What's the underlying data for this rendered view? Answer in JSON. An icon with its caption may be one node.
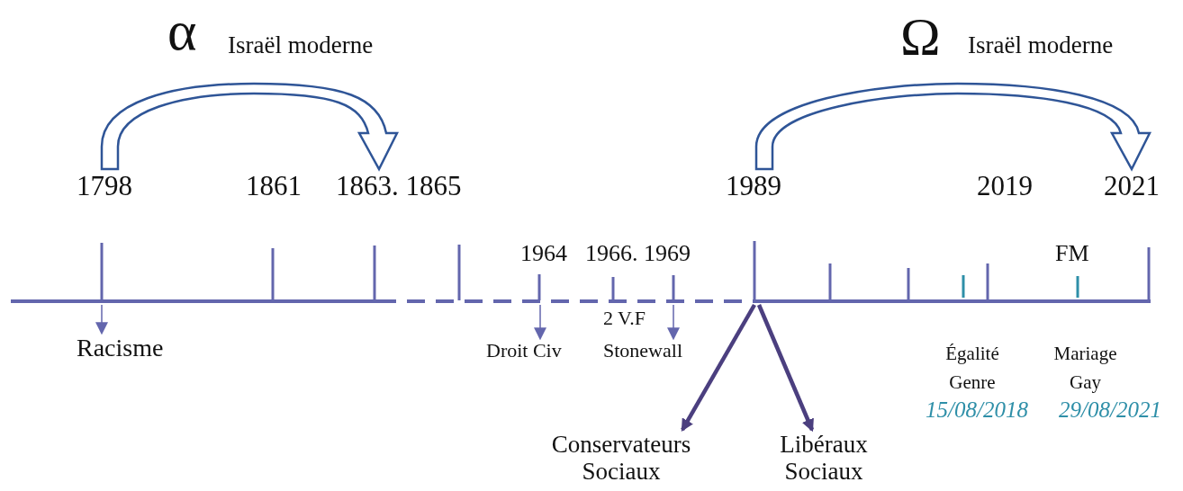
{
  "diagram": {
    "nodes": [
      {
        "text": [],
        "shape": "bar"
      },
      {
        "text": [
          "1798"
        ]
      },
      {
        "text": [
          "1863. 1865"
        ]
      },
      {
        "text": [
          "1989"
        ]
      },
      {
        "text": [
          "2021"
        ]
      },
      {
        "text": [
          "Racisme"
        ]
      },
      {
        "text": [
          "Droit Civ"
        ]
      },
      {
        "text": [
          "Stonewall"
        ]
      },
      {
        "text": [
          "Conservateurs Sociaux"
        ]
      },
      {
        "text": [
          "Libéraux Sociaux"
        ]
      }
    ],
    "edges": [
      {
        "from": 1,
        "to": 2,
        "arrow": "to",
        "style": "thick",
        "color": "#2f5597"
      },
      {
        "from": 3,
        "to": 4,
        "arrow": "to",
        "style": "thick",
        "color": "#2f5597"
      },
      {
        "from": 0,
        "to": 5,
        "arrow": "to"
      },
      {
        "from": 0,
        "to": 6,
        "arrow": "to"
      },
      {
        "from": 0,
        "to": 7,
        "arrow": "to"
      },
      {
        "from": 0,
        "to": 8,
        "arrow": "to",
        "style": "thick",
        "color": "#4b3f7f"
      },
      {
        "from": 0,
        "to": 9,
        "arrow": "to",
        "style": "thick",
        "color": "#4b3f7f"
      }
    ],
    "labels": [
      "α",
      "Israël moderne",
      "Ω",
      "Israël moderne",
      "1861",
      "2019",
      "1964",
      "1966. 1969",
      "FM",
      "2 V.F",
      "Égalité Genre",
      "Mariage Gay",
      "15/08/2018",
      "29/08/2021"
    ]
  }
}
